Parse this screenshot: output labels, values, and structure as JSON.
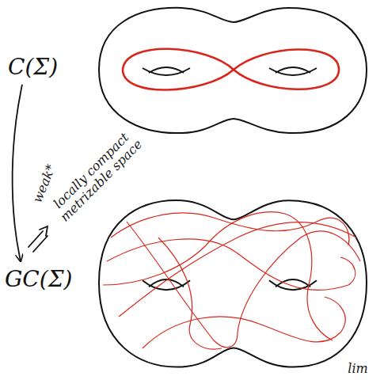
{
  "diagram": {
    "nodes": [
      {
        "text": [
          "C(Σ)"
        ]
      },
      {
        "text": [
          "GC(Σ)"
        ]
      }
    ],
    "edges": [
      {
        "from": 0,
        "to": 1,
        "arrow": "to",
        "label": "weak*"
      }
    ],
    "labels": [
      "locally compact metrizable space",
      "lim"
    ]
  }
}
